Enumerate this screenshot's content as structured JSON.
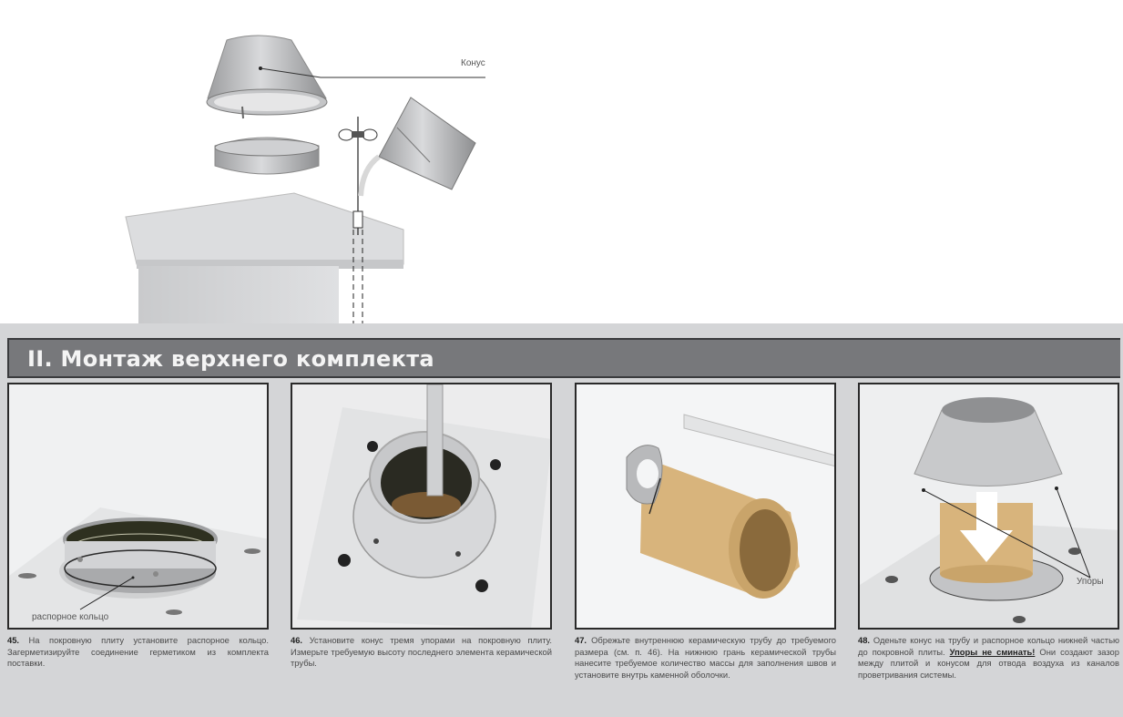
{
  "illustration": {
    "cone_label": "Конус"
  },
  "section": {
    "title": "II. Монтаж верхнего комплекта",
    "colors": {
      "page_bg": "#d4d5d7",
      "header_bg": "#77787b",
      "header_text": "#f4f4f4",
      "ceramic": "#d8b47c"
    }
  },
  "steps": [
    {
      "number": "45.",
      "text": "На покровную плиту установите распорное кольцо. Загерметизируйте соединение герметиком из комплекта поставки.",
      "label": "распорное кольцо"
    },
    {
      "number": "46.",
      "text": "Установите конус тремя упорами на покровную плиту. Измерьте требуемую высоту последнего элемента керамической трубы."
    },
    {
      "number": "47.",
      "text": "Обрежьте внутреннюю керамическую трубу до требуемого размера (см. п. 46). На нижнюю грань керамической трубы нанесите требуемое количество массы для заполнения швов и установите внутрь каменной оболочки."
    },
    {
      "number": "48.",
      "text_before": "Оденьте конус на трубу и распорное кольцо нижней частью до покровной плиты. ",
      "warning": "Упоры не сминать!",
      "text_after": " Они создают зазор между плитой и конусом для отвода воздуха из каналов проветривания системы.",
      "label": "Упоры"
    }
  ]
}
